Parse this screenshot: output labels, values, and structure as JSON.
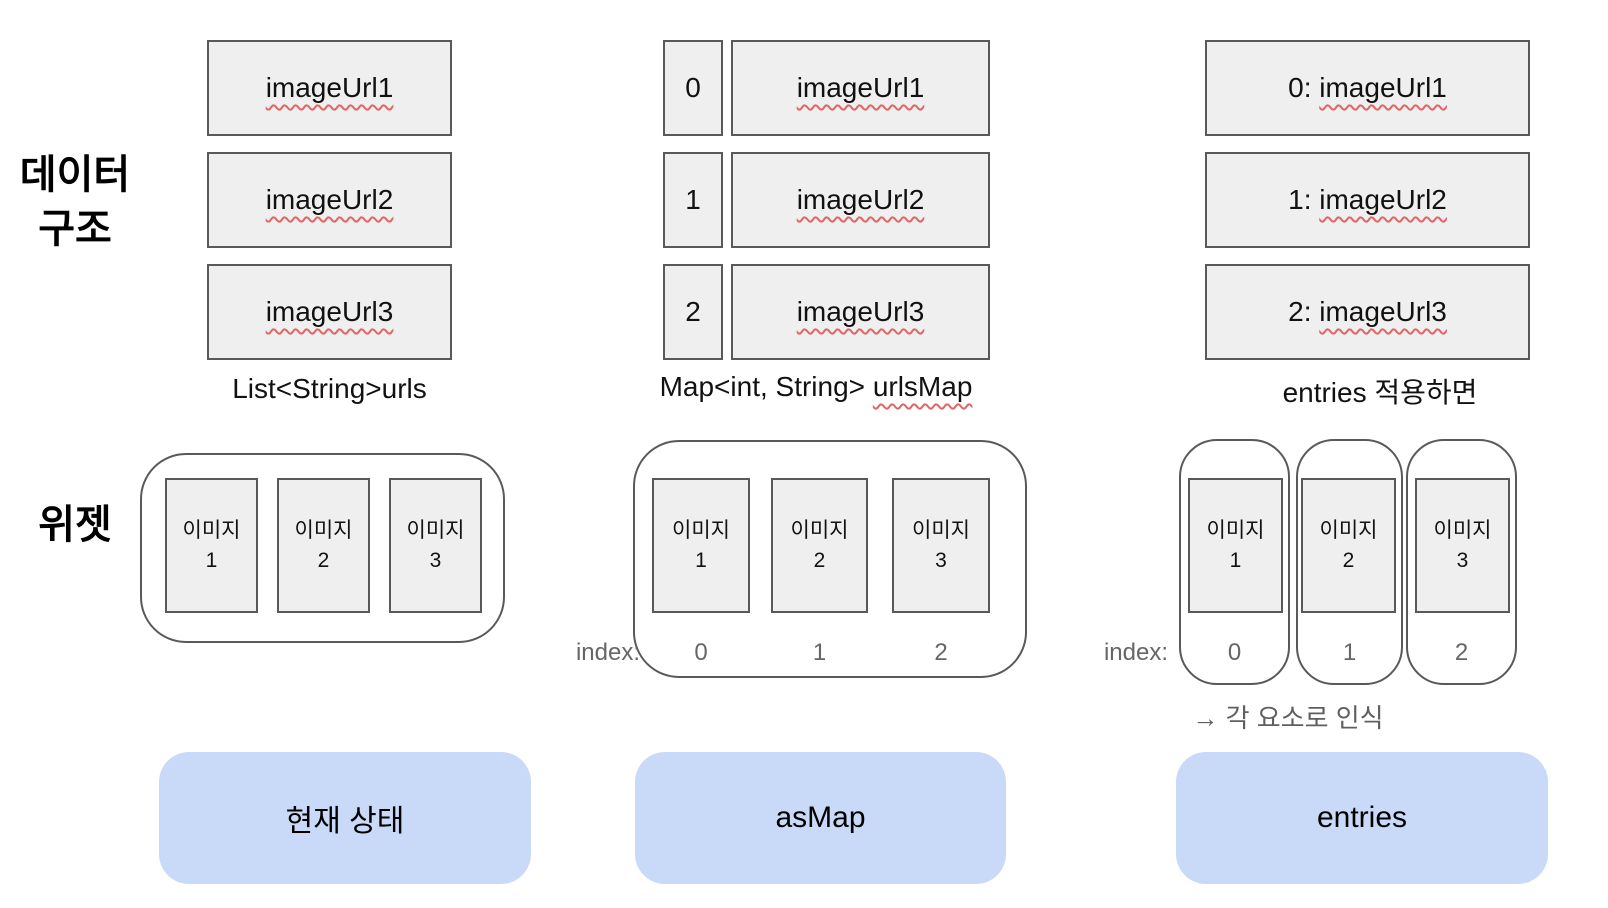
{
  "colors": {
    "box_fill": "#efefef",
    "box_border": "#595959",
    "container_border": "#595959",
    "button_fill": "#c9daf8",
    "squiggle": "#e06666",
    "muted_text": "#666666",
    "note_text": "#5f5f5f",
    "text": "#111111"
  },
  "side_labels": {
    "data_structure_line1": "데이터",
    "data_structure_line2": "구조",
    "widget": "위젯"
  },
  "list_column": {
    "boxes": [
      "imageUrl1",
      "imageUrl2",
      "imageUrl3"
    ],
    "caption": "List<String>urls",
    "widget": {
      "items": [
        {
          "label": "이미지",
          "num": "1"
        },
        {
          "label": "이미지",
          "num": "2"
        },
        {
          "label": "이미지",
          "num": "3"
        }
      ]
    },
    "button": "현재 상태"
  },
  "map_column": {
    "rows": [
      {
        "key": "0",
        "value": "imageUrl1"
      },
      {
        "key": "1",
        "value": "imageUrl2"
      },
      {
        "key": "2",
        "value": "imageUrl3"
      }
    ],
    "caption_prefix": "Map<int, String> ",
    "caption_name": "urlsMap",
    "widget": {
      "items": [
        {
          "label": "이미지",
          "num": "1"
        },
        {
          "label": "이미지",
          "num": "2"
        },
        {
          "label": "이미지",
          "num": "3"
        }
      ],
      "index_label": "index:",
      "indices": [
        "0",
        "1",
        "2"
      ]
    },
    "button": "asMap"
  },
  "entries_column": {
    "boxes": [
      {
        "prefix": "0: ",
        "value": "imageUrl1"
      },
      {
        "prefix": "1: ",
        "value": "imageUrl2"
      },
      {
        "prefix": "2: ",
        "value": "imageUrl3"
      }
    ],
    "caption": "entries 적용하면",
    "cards": [
      {
        "label": "이미지",
        "num": "1",
        "index": "0"
      },
      {
        "label": "이미지",
        "num": "2",
        "index": "1"
      },
      {
        "label": "이미지",
        "num": "3",
        "index": "2"
      }
    ],
    "index_label": "index:",
    "note": "→ 각 요소로 인식",
    "button": "entries"
  }
}
